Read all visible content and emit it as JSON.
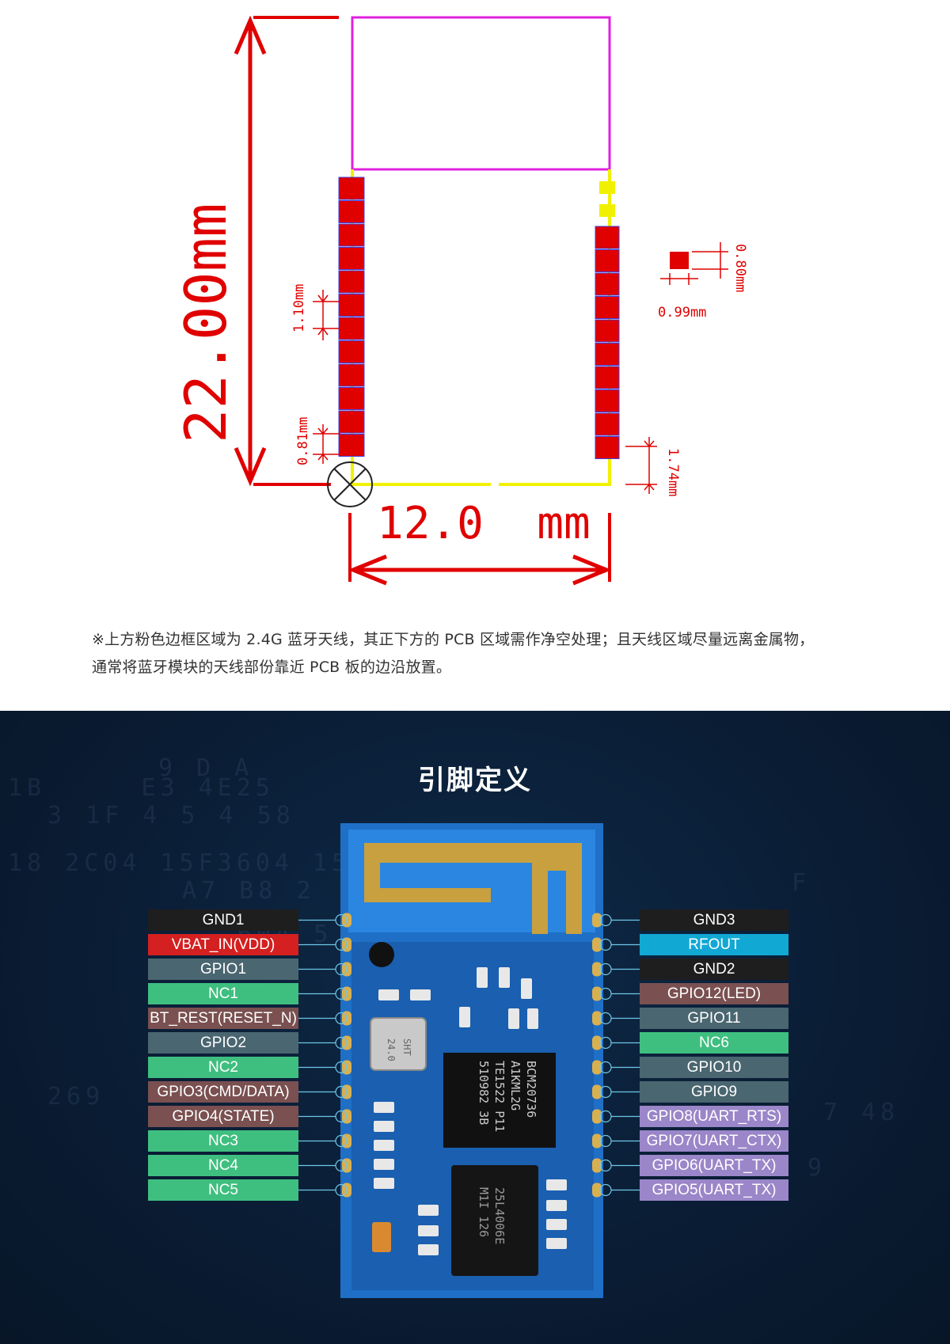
{
  "drawing": {
    "dim_height": "22.00mm",
    "dim_width": "12.0  mm",
    "dim_pitch": "1.10mm",
    "dim_pad_gap": "0.81mm",
    "dim_bottom": "1.74mm",
    "dim_pad_w": "0.99mm",
    "dim_pad_h": "0.80mm"
  },
  "note": {
    "line1": "※上方粉色边框区域为 2.4G 蓝牙天线，其正下方的 PCB 区域需作净空处理；且天线区域尽量远离金属物，",
    "line2": "通常将蓝牙模块的天线部份靠近 PCB 板的边沿放置。"
  },
  "section_title": "引脚定义",
  "chip_labels": {
    "main_chip": [
      "BCM20736",
      "A1KML2G",
      "TE1522 P11",
      "510982 3B"
    ],
    "flash_chip": [
      "25L4006E",
      "M1I 126"
    ],
    "crystal": [
      "24.0",
      "SHT"
    ]
  },
  "colors": {
    "black": "#1e1e1e",
    "red": "#d42020",
    "slate": "#4a6670",
    "green": "#3fbf7f",
    "brown": "#7a5050",
    "cyan": "#12a8d4",
    "lavender": "#9a86c8"
  },
  "pins_left": [
    {
      "label": "GND1",
      "color": "#1e1e1e"
    },
    {
      "label": "VBAT_IN(VDD)",
      "color": "#d42020"
    },
    {
      "label": "GPIO1",
      "color": "#4a6670"
    },
    {
      "label": "NC1",
      "color": "#3fbf7f"
    },
    {
      "label": "BT_REST(RESET_N)",
      "color": "#7a5050"
    },
    {
      "label": "GPIO2",
      "color": "#4a6670"
    },
    {
      "label": "NC2",
      "color": "#3fbf7f"
    },
    {
      "label": "GPIO3(CMD/DATA)",
      "color": "#7a5050"
    },
    {
      "label": "GPIO4(STATE)",
      "color": "#7a5050"
    },
    {
      "label": "NC3",
      "color": "#3fbf7f"
    },
    {
      "label": "NC4",
      "color": "#3fbf7f"
    },
    {
      "label": "NC5",
      "color": "#3fbf7f"
    }
  ],
  "pins_right": [
    {
      "label": "GND3",
      "color": "#1e1e1e"
    },
    {
      "label": "RFOUT",
      "color": "#12a8d4"
    },
    {
      "label": "GND2",
      "color": "#1e1e1e"
    },
    {
      "label": "GPIO12(LED)",
      "color": "#7a5050"
    },
    {
      "label": "GPIO11",
      "color": "#4a6670"
    },
    {
      "label": "NC6",
      "color": "#3fbf7f"
    },
    {
      "label": "GPIO10",
      "color": "#4a6670"
    },
    {
      "label": "GPIO9",
      "color": "#4a6670"
    },
    {
      "label": "GPIO8(UART_RTS)",
      "color": "#9a86c8"
    },
    {
      "label": "GPIO7(UART_CTX)",
      "color": "#9a86c8"
    },
    {
      "label": "GPIO6(UART_TX)",
      "color": "#9a86c8"
    },
    {
      "label": "GPIO5(UART_TX)",
      "color": "#9a86c8"
    }
  ]
}
